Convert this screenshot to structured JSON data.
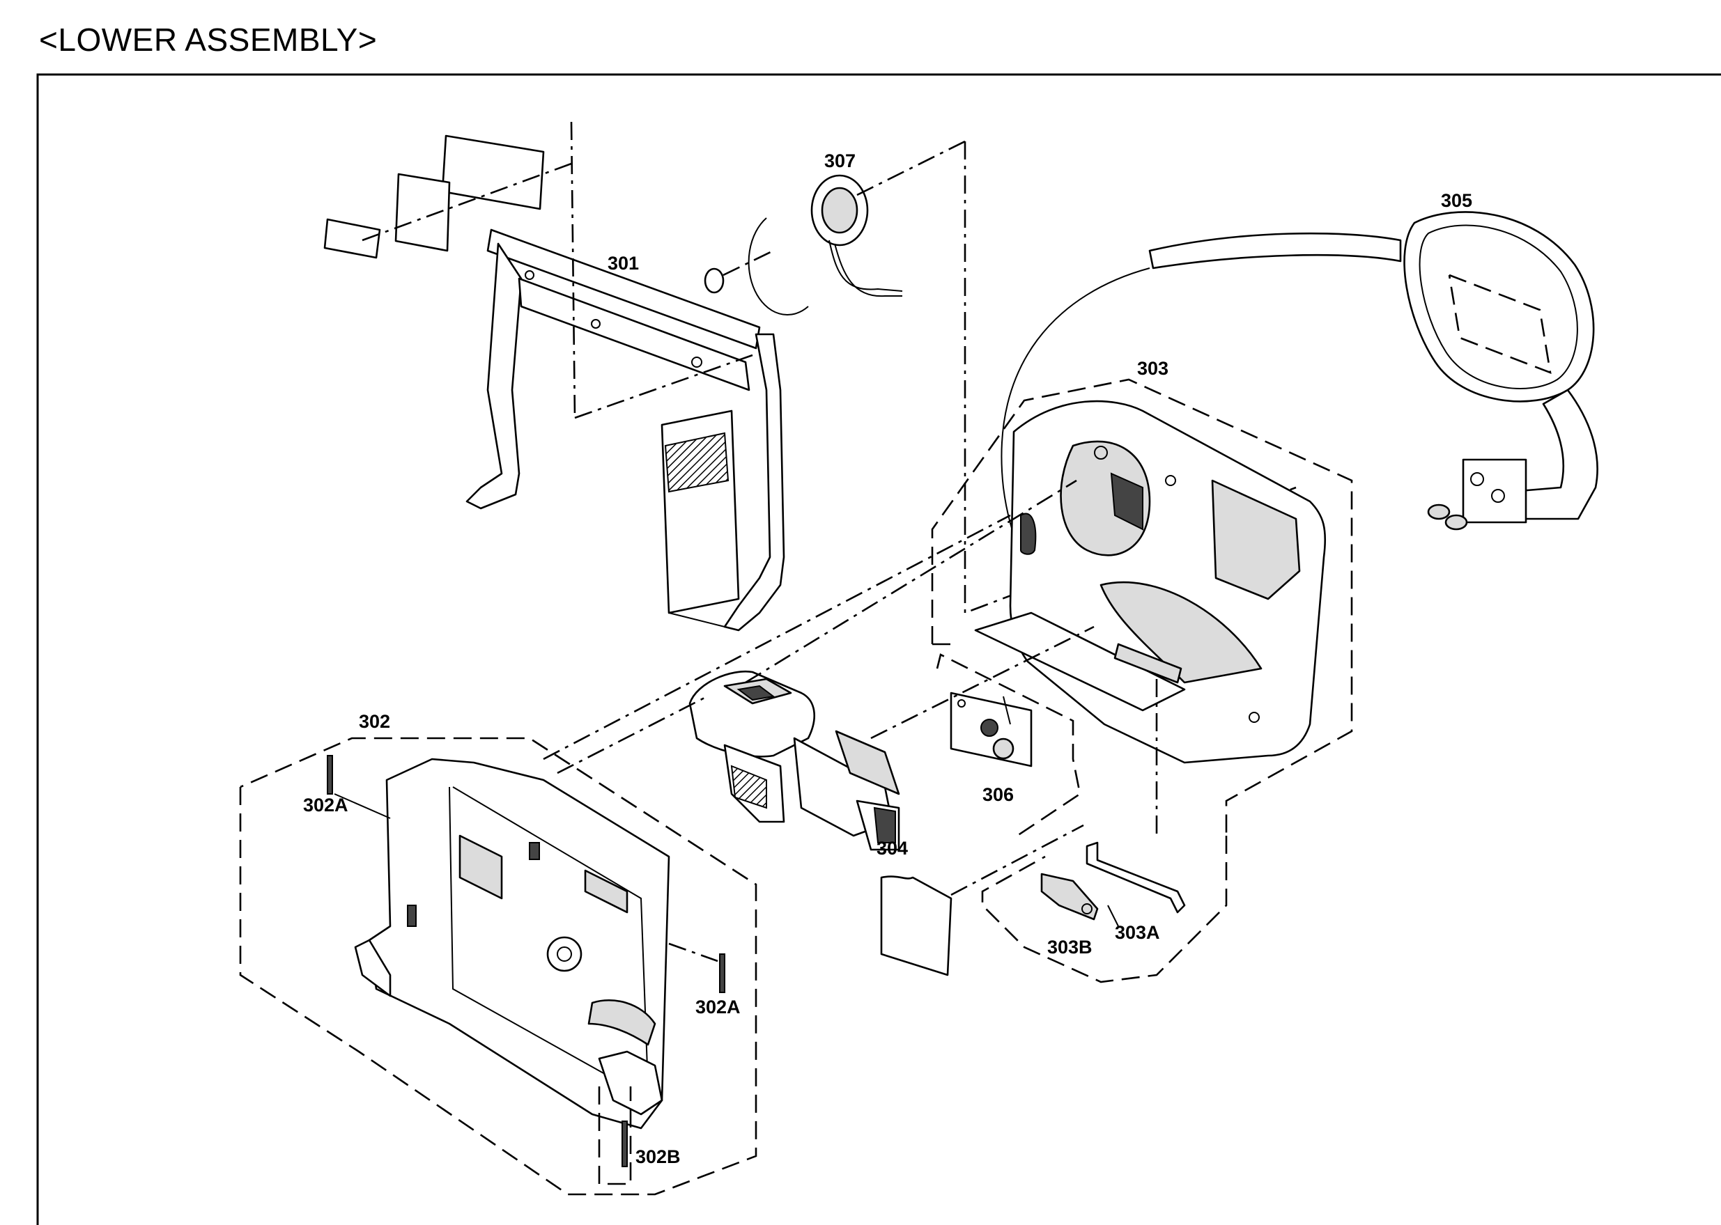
{
  "title": "<LOWER ASSEMBLY>",
  "parts": {
    "p301": "301",
    "p302": "302",
    "p302A_1": "302A",
    "p302A_2": "302A",
    "p302B": "302B",
    "p303": "303",
    "p303A": "303A",
    "p303B": "303B",
    "p304": "304",
    "p305": "305",
    "p306": "306",
    "p307": "307"
  }
}
